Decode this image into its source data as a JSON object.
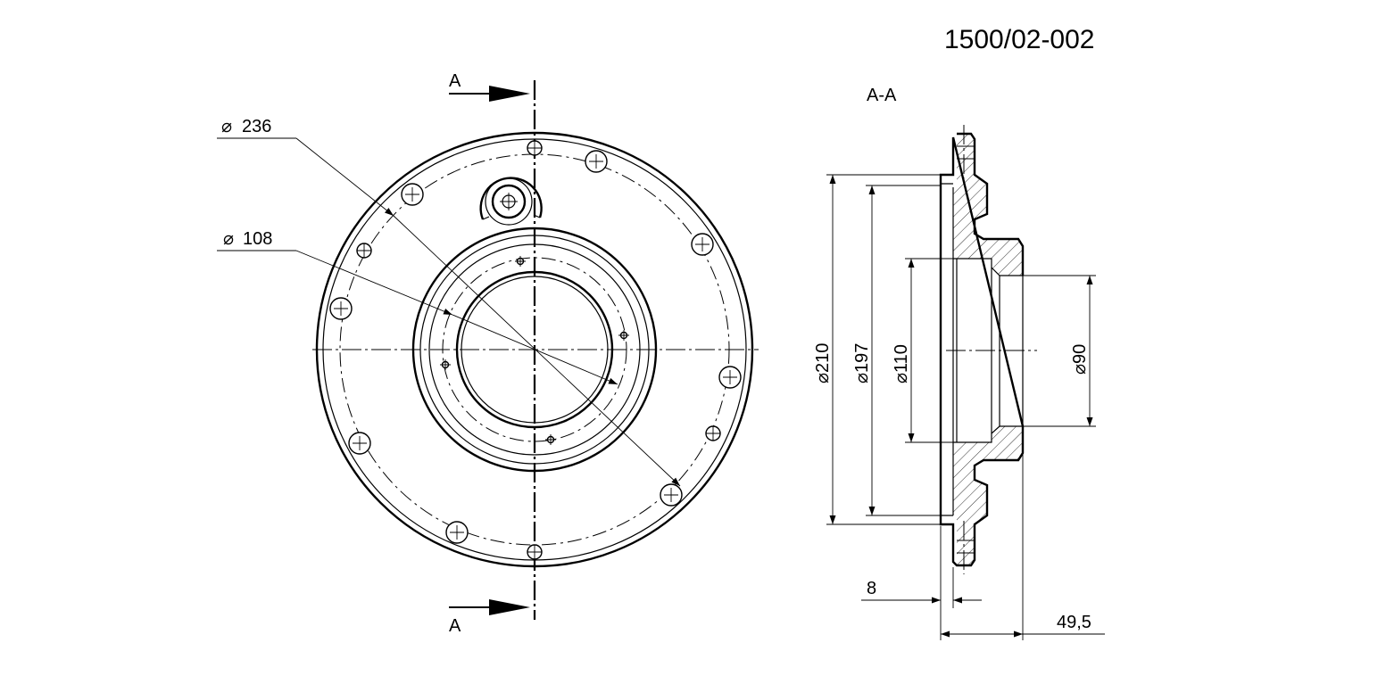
{
  "drawing": {
    "number": "1500/02-002",
    "section_title": "A-A",
    "section_marks": {
      "top": "A",
      "bottom": "A"
    }
  },
  "front_view": {
    "dimensions": {
      "outer_pcd": "236",
      "inner_pcd": "108"
    }
  },
  "section_view": {
    "dimensions": {
      "d210": "210",
      "d197": "197",
      "d110": "110",
      "d90": "90",
      "recess": "8",
      "length": "49,5"
    }
  },
  "symbols": {
    "diameter": "⌀"
  }
}
